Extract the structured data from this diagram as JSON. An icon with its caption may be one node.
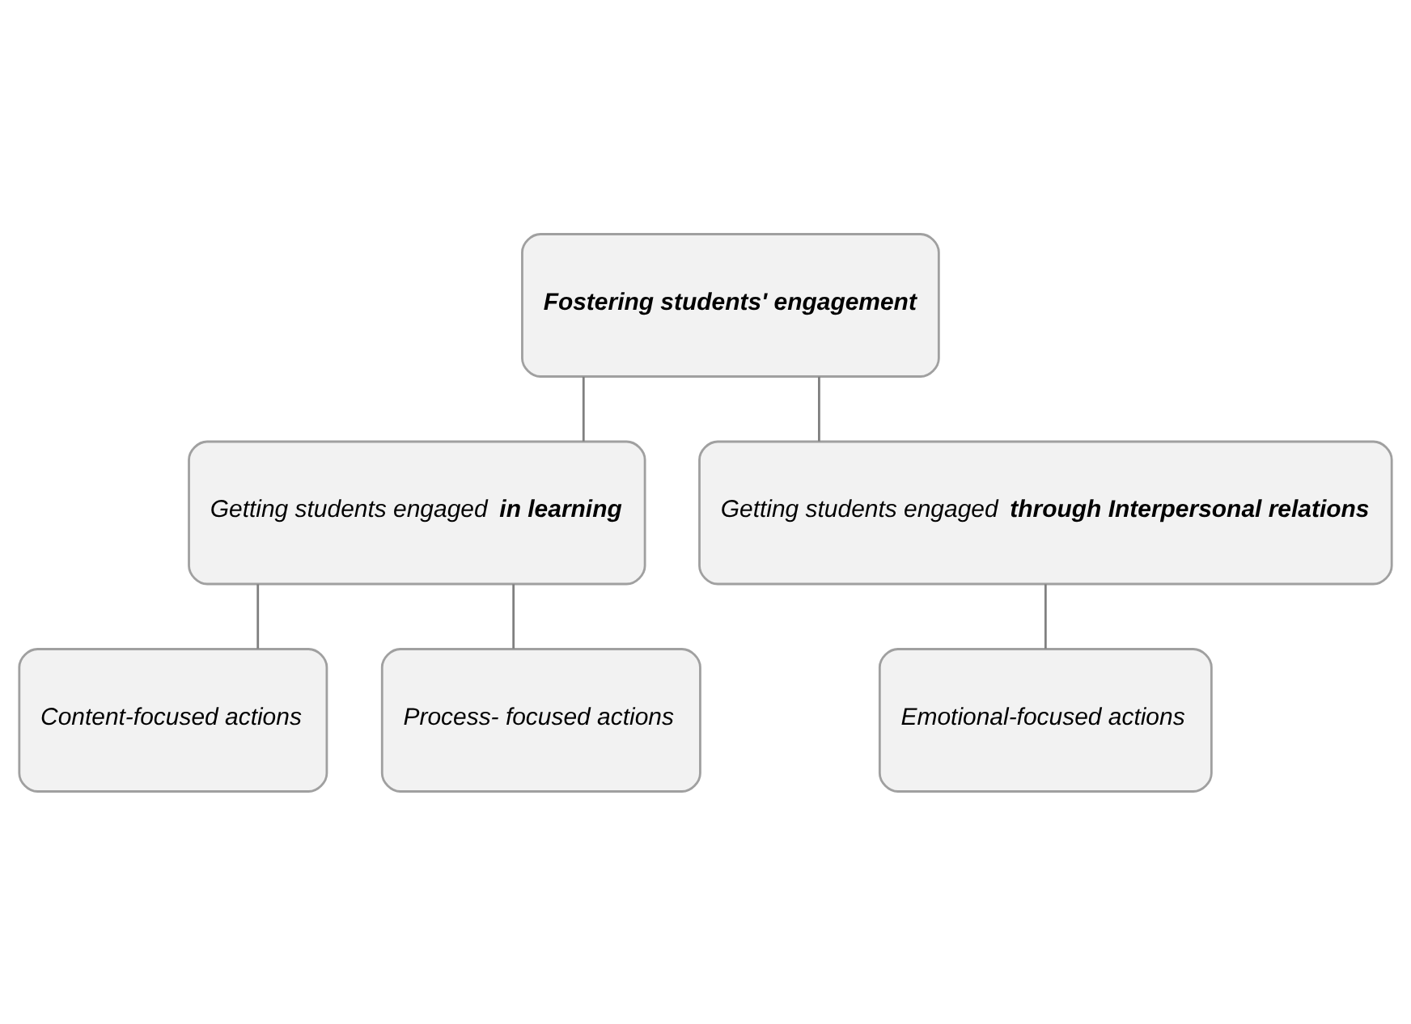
{
  "diagram": {
    "nodes": [
      {
        "text": [
          "**Fostering students' engagement**"
        ]
      },
      {
        "text": [
          "Getting students engaged **in learning**"
        ]
      },
      {
        "text": [
          "Getting students engaged **through Interpersonal relations**"
        ]
      },
      {
        "text": [
          "Content-focused actions"
        ]
      },
      {
        "text": [
          "Process- focused actions"
        ]
      },
      {
        "text": [
          "Emotional-focused actions"
        ]
      }
    ],
    "edges": [
      {
        "from": 0,
        "to": 1,
        "arrow": "none"
      },
      {
        "from": 0,
        "to": 2,
        "arrow": "none"
      },
      {
        "from": 1,
        "to": 3,
        "arrow": "none"
      },
      {
        "from": 1,
        "to": 4,
        "arrow": "none"
      },
      {
        "from": 2,
        "to": 5,
        "arrow": "none"
      }
    ]
  }
}
